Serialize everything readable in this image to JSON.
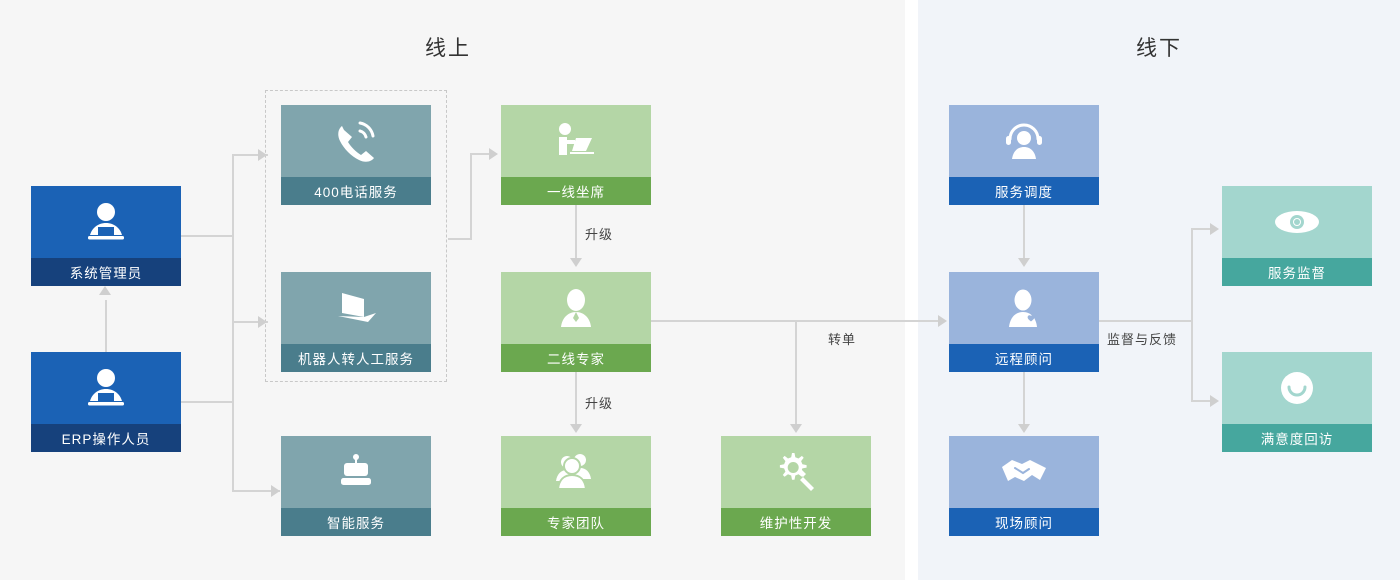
{
  "panels": {
    "online_title": "线上",
    "offline_title": "线下"
  },
  "colors": {
    "blue_icon": "#1b62b5",
    "blue_label": "#16417c",
    "gray_icon": "#80a5ad",
    "gray_label": "#4a7d8c",
    "green_icon": "#b4d6a6",
    "green_label": "#6ba84f",
    "lightblue_icon": "#9ab4dc",
    "lightblue_label": "#1b62b5",
    "teal_icon": "#a3d6ce",
    "teal_label": "#46a79e",
    "connector": "#d4d4d4",
    "online_bg": "#f6f6f6",
    "offline_bg": "#f1f4f9"
  },
  "nodes": {
    "sysadmin": {
      "label": "系统管理员",
      "icon": "operator-desk-icon"
    },
    "erp": {
      "label": "ERP操作人员",
      "icon": "operator-desk-icon"
    },
    "phone400": {
      "label": "400电话服务",
      "icon": "phone-ringing-icon"
    },
    "robot": {
      "label": "机器人转人工服务",
      "icon": "laptop-icon"
    },
    "smart": {
      "label": "智能服务",
      "icon": "robot-head-icon"
    },
    "firstline": {
      "label": "一线坐席",
      "icon": "agent-laptop-icon"
    },
    "secondline": {
      "label": "二线专家",
      "icon": "person-icon"
    },
    "expert": {
      "label": "专家团队",
      "icon": "people-group-icon"
    },
    "maintain": {
      "label": "维护性开发",
      "icon": "gear-wrench-icon"
    },
    "dispatch": {
      "label": "服务调度",
      "icon": "headset-agent-icon"
    },
    "remote": {
      "label": "远程顾问",
      "icon": "person-heart-icon"
    },
    "onsite": {
      "label": "现场顾问",
      "icon": "handshake-icon"
    },
    "monitor": {
      "label": "服务监督",
      "icon": "eye-icon"
    },
    "survey": {
      "label": "满意度回访",
      "icon": "smiley-icon"
    }
  },
  "edges": {
    "upgrade_first_to_second": "升级",
    "upgrade_second_to_expert": "升级",
    "transfer_order": "转单",
    "supervise_feedback": "监督与反馈"
  }
}
